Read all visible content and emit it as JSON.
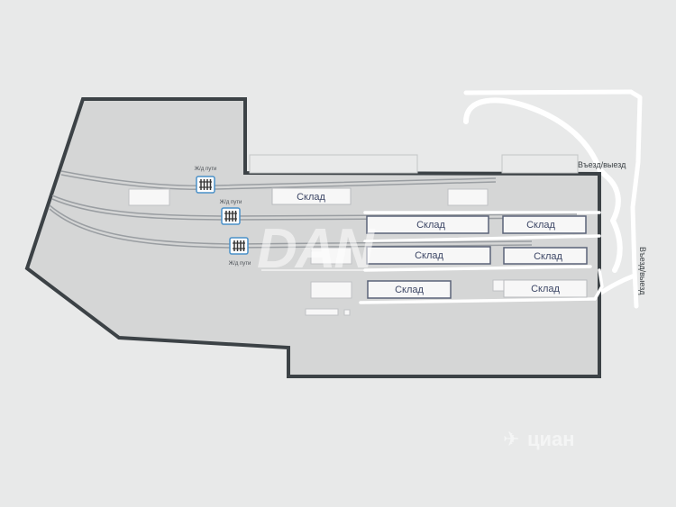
{
  "labels": {
    "warehouse": "Склад",
    "rail_tracks": "Ж/д пути",
    "entrance": "Въезд/выезд",
    "watermark_logo": "DAN",
    "corner_watermark": "циан"
  },
  "colors": {
    "background": "#e8e9e9",
    "site_fill": "#d5d6d6",
    "site_border": "#3c4246",
    "road": "#ffffff",
    "warehouse_border": "#5b6378",
    "warehouse_text": "#3d4766",
    "rail_icon_border": "#4a90c8",
    "rail_line": "#9a9ea2",
    "label_text": "#4a4f55"
  },
  "icons": [
    "rail-track-icon",
    "rail-track-icon",
    "rail-track-icon"
  ]
}
